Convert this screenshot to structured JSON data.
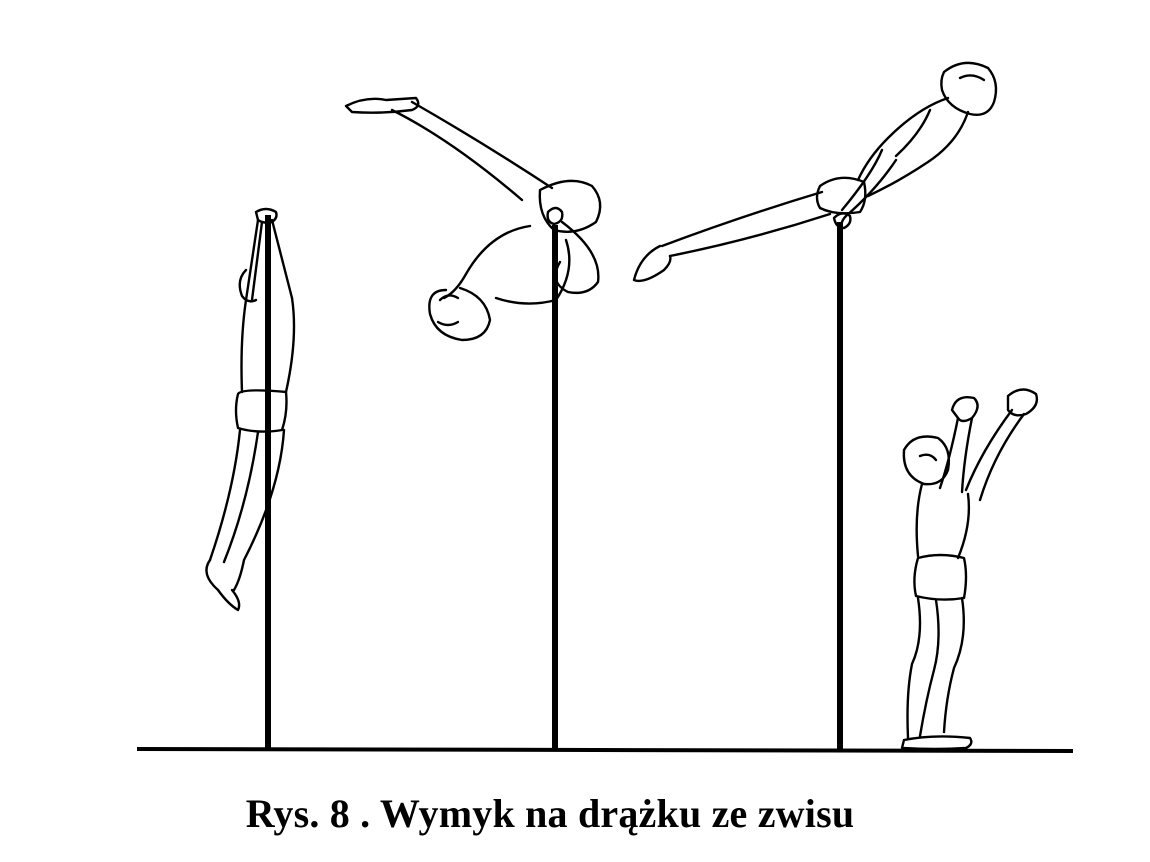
{
  "caption": "Rys. 8 . Wymyk na drążku ze zwisu",
  "figures": [
    {
      "name": "gymnast-hang",
      "pose": "hanging on bar, arms extended upward"
    },
    {
      "name": "gymnast-inverted",
      "pose": "hip circle, body inverted over bar"
    },
    {
      "name": "gymnast-support",
      "pose": "front support above bar, body extended"
    },
    {
      "name": "spotter",
      "pose": "standing, arms raised to assist"
    }
  ],
  "colors": {
    "ink": "#000000",
    "background": "#ffffff"
  }
}
